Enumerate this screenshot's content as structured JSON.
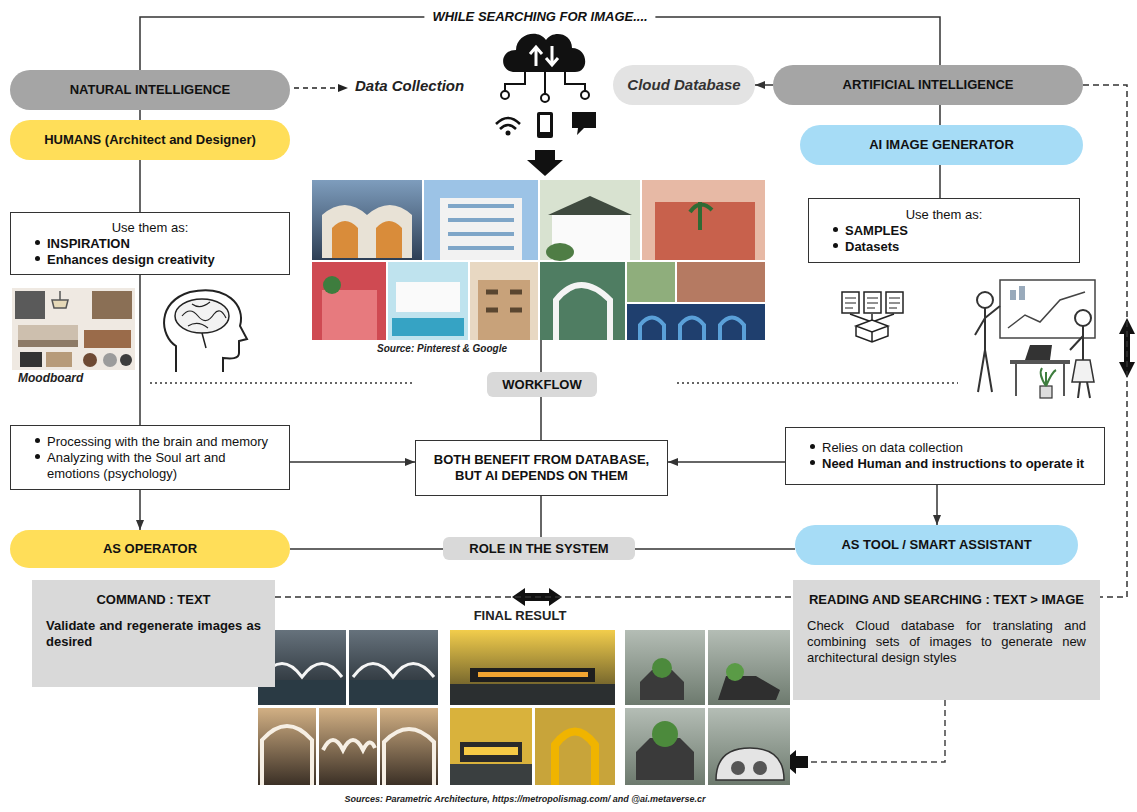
{
  "diagram": {
    "nodes": [
      {
        "text": [
          "NATURAL INTELLIGENCE"
        ]
      },
      {
        "text": [
          "Cloud Database"
        ]
      },
      {
        "text": [
          "ARTIFICIAL INTELLIGENCE"
        ]
      },
      {
        "text": [
          "HUMANS (Architect and Designer)"
        ]
      },
      {
        "text": [
          "AI IMAGE GENERATOR"
        ]
      },
      {
        "text": [
          "Use them as:",
          "INSPIRATION",
          "Enhances design creativity"
        ]
      },
      {
        "text": [
          "Use them as:",
          "SAMPLES",
          "Datasets"
        ]
      },
      {
        "text": [
          "Processing with the brain and memory",
          "Analyzing with the Soul art and emotions (psychology)"
        ]
      },
      {
        "text": [
          "WORKFLOW"
        ]
      },
      {
        "text": [
          "BOTH BENEFIT FROM DATABASE, BUT AI DEPENDS ON THEM"
        ]
      },
      {
        "text": [
          "Relies on data collection",
          "Need Human and instructions to operate it"
        ]
      },
      {
        "text": [
          "AS OPERATOR"
        ]
      },
      {
        "text": [
          "ROLE IN THE SYSTEM"
        ]
      },
      {
        "text": [
          "AS TOOL / SMART ASSISTANT"
        ]
      },
      {
        "text": [
          "COMMAND : TEXT",
          "Validate and regenerate images as desired"
        ]
      },
      {
        "text": [
          "READING AND SEARCHING : TEXT > IMAGE",
          "Check Cloud database for translating and combining sets of images to generate new architectural design styles"
        ]
      }
    ],
    "edges": [
      {
        "from": 0,
        "to": 2,
        "arrow": "none",
        "label": "WHILE SEARCHING FOR IMAGE...."
      },
      {
        "from": 2,
        "to": 1,
        "arrow": "to"
      },
      {
        "from": 0,
        "to": 3,
        "arrow": "none"
      },
      {
        "from": 3,
        "to": 5,
        "arrow": "none"
      },
      {
        "from": 5,
        "to": 7,
        "arrow": "none"
      },
      {
        "from": 7,
        "to": 9,
        "arrow": "to"
      },
      {
        "from": 10,
        "to": 9,
        "arrow": "to"
      },
      {
        "from": 7,
        "to": 11,
        "arrow": "to"
      },
      {
        "from": 2,
        "to": 4,
        "arrow": "none"
      },
      {
        "from": 4,
        "to": 6,
        "arrow": "none"
      },
      {
        "from": 10,
        "to": 13,
        "arrow": "to"
      },
      {
        "from": 8,
        "to": 9,
        "arrow": "none"
      },
      {
        "from": 9,
        "to": 12,
        "arrow": "none"
      },
      {
        "from": 11,
        "to": 12,
        "arrow": "none"
      },
      {
        "from": 12,
        "to": 13,
        "arrow": "none"
      },
      {
        "from": 14,
        "to": 15,
        "arrow": "none"
      },
      {
        "from": 2,
        "to": 15,
        "arrow": "none"
      }
    ],
    "labels": [
      "Data Collection",
      "Source: Pinterest & Google",
      "Moodboard",
      "FINAL RESULT",
      "Sources: Parametric Architecture, https://metropolismag.com/ and @ai.metaverse.cr"
    ]
  }
}
